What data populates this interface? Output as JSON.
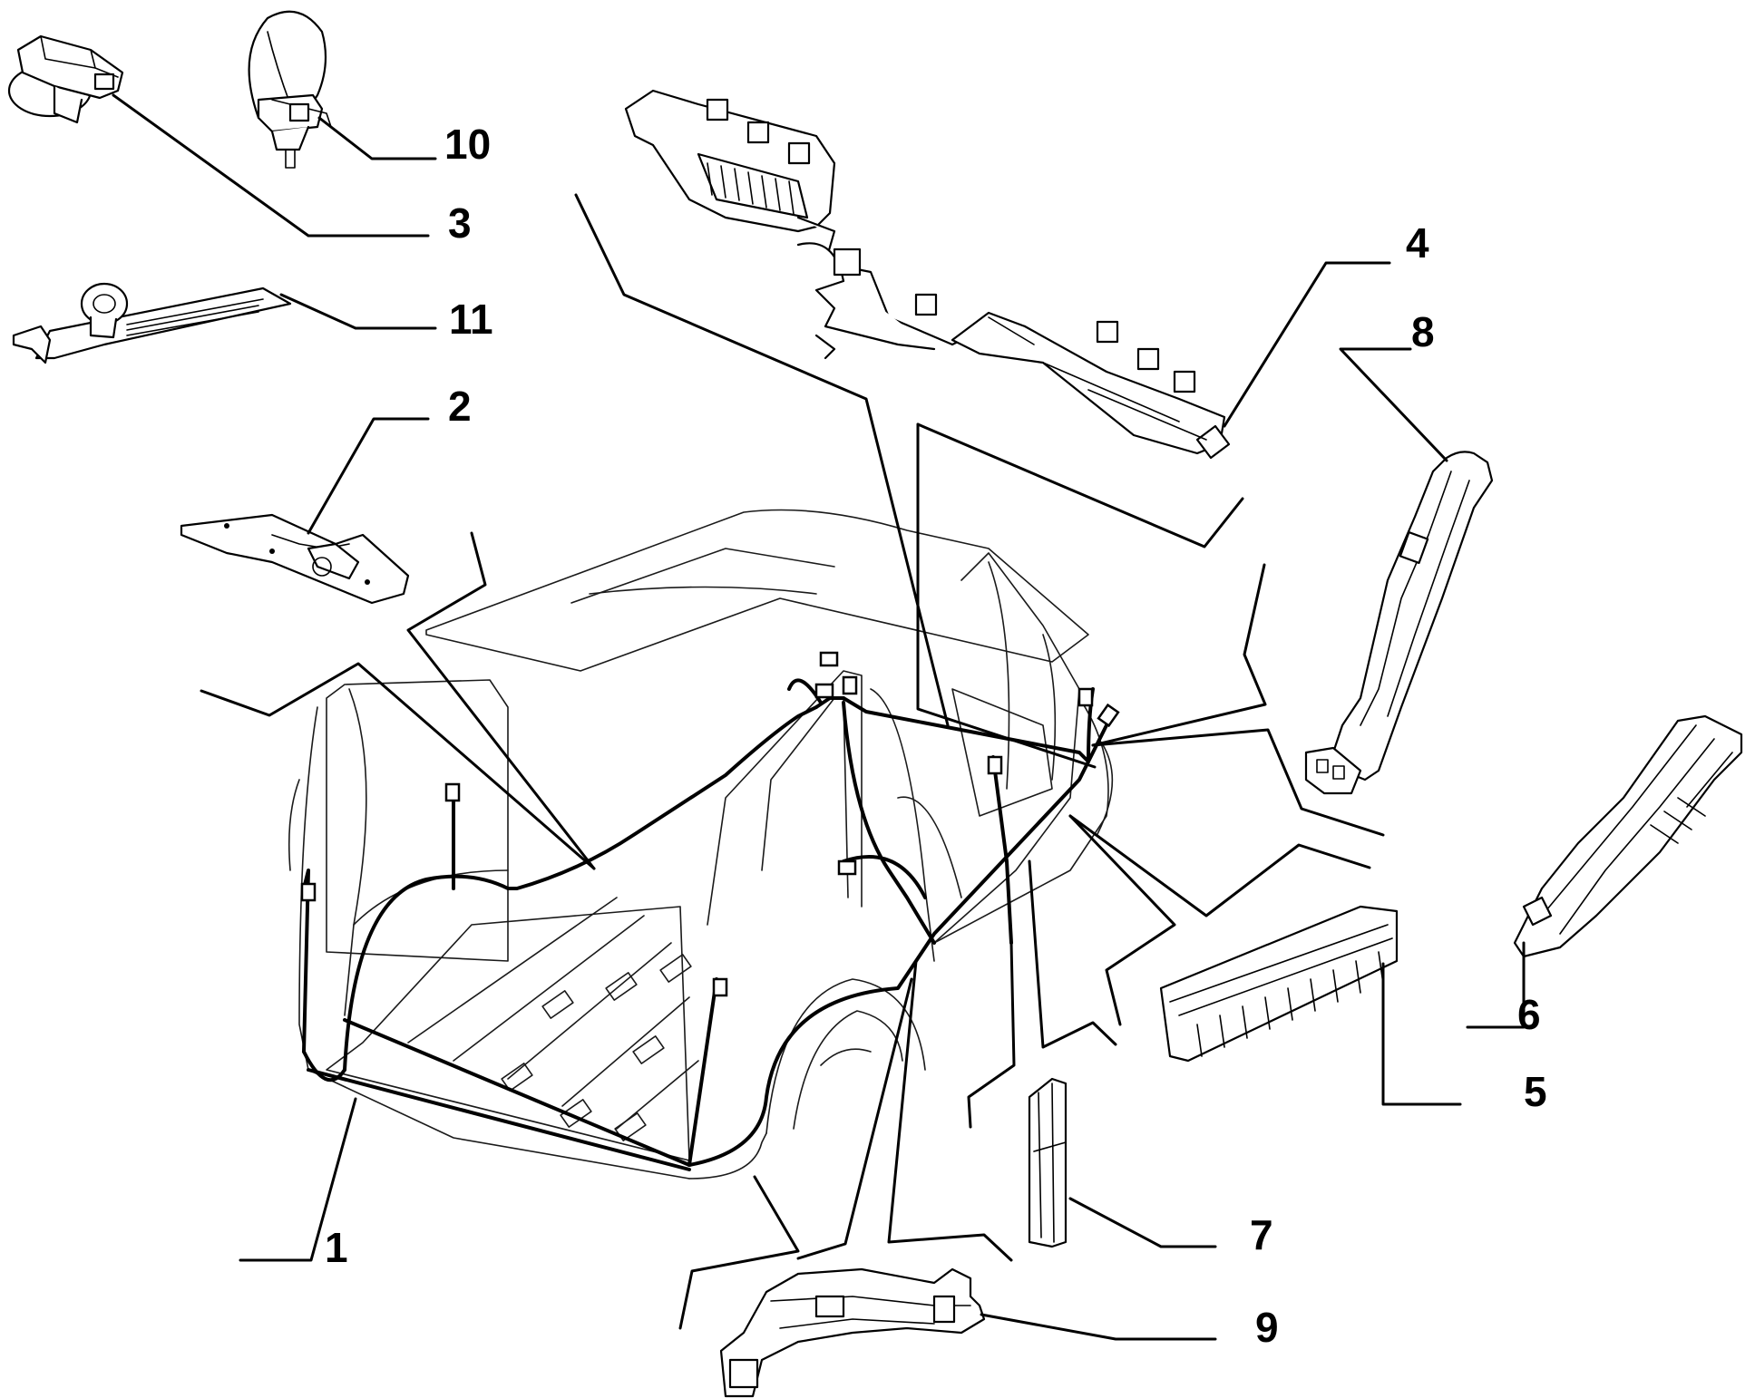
{
  "diagram": {
    "colors": {
      "background": "#ffffff",
      "ink": "#000000"
    },
    "callouts": [
      {
        "label": "1",
        "part": "rear-body-wiring-harness"
      },
      {
        "label": "2",
        "part": "floor-bracket"
      },
      {
        "label": "3",
        "part": "connector-clip"
      },
      {
        "label": "4",
        "part": "roof-wiring-duct"
      },
      {
        "label": "5",
        "part": "rear-panel-duct"
      },
      {
        "label": "6",
        "part": "sill-channel"
      },
      {
        "label": "7",
        "part": "vertical-channel"
      },
      {
        "label": "8",
        "part": "pillar-duct"
      },
      {
        "label": "9",
        "part": "wheel-arch-duct"
      },
      {
        "label": "10",
        "part": "cable-tie-clip"
      },
      {
        "label": "11",
        "part": "cable-strap"
      }
    ]
  }
}
